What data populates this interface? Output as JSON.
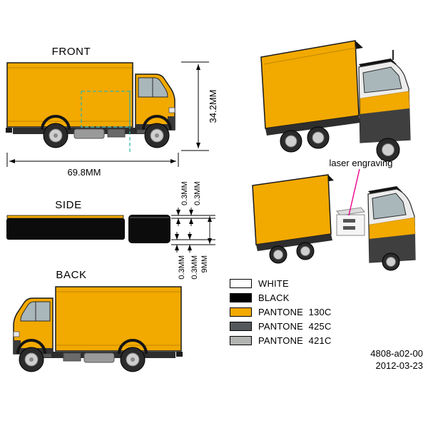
{
  "views": {
    "front": {
      "label": "FRONT",
      "height_dim": "34.2MM",
      "width_dim": "69.8MM"
    },
    "side": {
      "label": "SIDE",
      "dims_top": [
        "0.3MM",
        "0.3MM"
      ],
      "dims_bottom": [
        "0.3MM",
        "0.3MM",
        "9MM"
      ]
    },
    "back": {
      "label": "BACK"
    }
  },
  "annotations": {
    "laser_engraving": "laser engraving"
  },
  "legend": {
    "items": [
      {
        "label": "WHITE",
        "color": "#FFFFFF"
      },
      {
        "label": "BLACK",
        "color": "#000000"
      },
      {
        "label": "PANTONE  130C",
        "color": "#F2A900"
      },
      {
        "label": "PANTONE  425C",
        "color": "#54585A"
      },
      {
        "label": "PANTONE  421C",
        "color": "#B2B4B2"
      }
    ]
  },
  "footer": {
    "part_number": "4808-a02-00",
    "date": "2012-03-23"
  },
  "colors": {
    "body_yellow": "#F2A900",
    "engraving_outline": "#2FB3AE",
    "leader_magenta": "#EC008C"
  }
}
